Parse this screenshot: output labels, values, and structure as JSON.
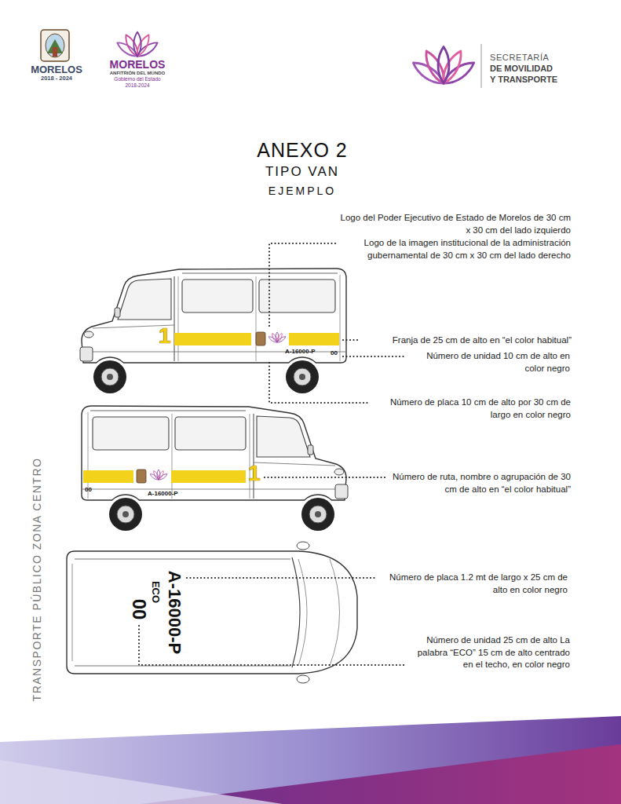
{
  "diagram": {
    "title": "ANEXO 2",
    "labels": [
      "MORELOS",
      "2018 - 2024",
      "MORELOS",
      "ANFITRIÓN DEL MUNDO",
      "Gobierno del Estado",
      "2018-2024",
      "SECRETARÍA",
      "DE MOVILIDAD",
      "Y TRANSPORTE",
      "TIPO VAN",
      "EJEMPLO",
      "Logo del Poder Ejecutivo de Estado de Morelos de 30 cm x 30 cm del lado izquierdo",
      "Logo de la imagen institucional de la administración gubernamental de 30 cm x 30 cm del lado derecho",
      "Franja de 25 cm de alto en “el color habitual”",
      "Número de unidad 10 cm de alto en color negro",
      "1",
      "A-16000-P",
      "00",
      "Número de placa 10 cm de alto por 30 cm de largo en color negro",
      "1",
      "A-16000-P",
      "00",
      "Número de ruta, nombre o agrupación de 30 cm de alto en “el color habitual”",
      "A-16000-P",
      "ECO",
      "00",
      "Número de placa 1.2 mt de largo x 25 cm de alto en color negro",
      "Número de unidad 25 cm de alto La palabra “ECO” 15 cm de alto centrado en el techo, en color negro",
      "TRANSPORTE PÚBLICO ZONA CENTRO"
    ]
  }
}
